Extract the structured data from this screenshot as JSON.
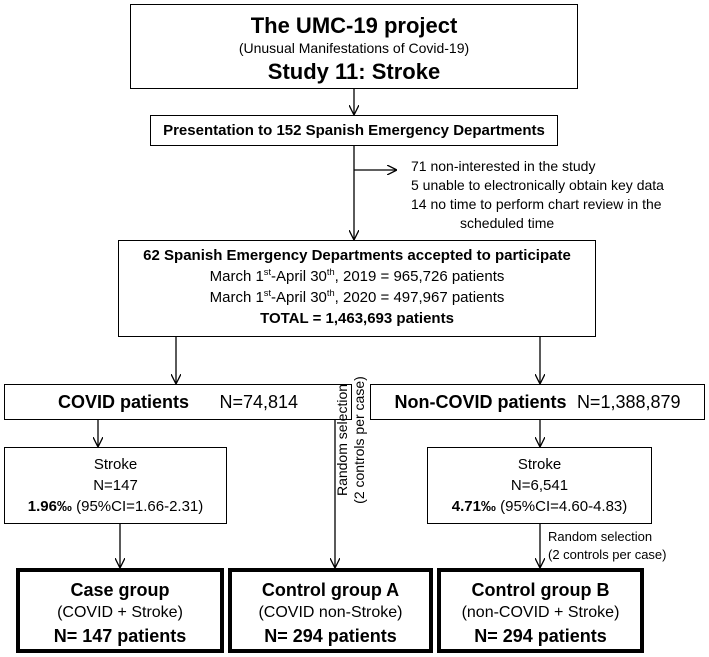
{
  "header": {
    "title": "The UMC-19 project",
    "subtitle": "(Unusual Manifestations of Covid-19)",
    "study": "Study 11: Stroke"
  },
  "presentation": "Presentation to 152 Spanish Emergency Departments",
  "exclusions": [
    "71 non-interested in the study",
    "5 unable to electronically obtain key data",
    "14 no time to perform chart review in the",
    "scheduled time"
  ],
  "participants": {
    "title": "62 Spanish Emergency Departments accepted to participate",
    "p2019_prefix": "March 1",
    "p2019_sup1": "st",
    "p2019_mid": "-April 30",
    "p2019_sup2": "th",
    "p2019_suffix": ", 2019 = 965,726 patients",
    "p2020_prefix": "March 1",
    "p2020_sup1": "st",
    "p2020_mid": "-April 30",
    "p2020_sup2": "th",
    "p2020_suffix": ", 2020 = 497,967 patients",
    "total_label": "TOTAL = 1,463,693 patients"
  },
  "covid": {
    "label": "COVID patients",
    "n": "N=74,814"
  },
  "noncovid": {
    "label": "Non-COVID patients",
    "n": "N=1,388,879"
  },
  "covid_stroke": {
    "label": "Stroke",
    "n": "N=147",
    "rate": "1.96‰",
    "ci": "(95%CI=1.66-2.31)"
  },
  "noncovid_stroke": {
    "label": "Stroke",
    "n": "N=6,541",
    "rate": "4.71‰",
    "ci": "(95%CI=4.60-4.83)"
  },
  "random_selection_a": {
    "line1": "Random selection",
    "line2": "(2 controls per case)"
  },
  "random_selection_b": {
    "line1": "Random selection",
    "line2": "(2 controls per case)"
  },
  "case_group": {
    "title": "Case group",
    "desc": "(COVID + Stroke)",
    "n": "N= 147 patients"
  },
  "control_a": {
    "title": "Control group A",
    "desc": "(COVID non-Stroke)",
    "n": "N= 294 patients"
  },
  "control_b": {
    "title": "Control group B",
    "desc": "(non-COVID + Stroke)",
    "n": "N= 294 patients"
  }
}
